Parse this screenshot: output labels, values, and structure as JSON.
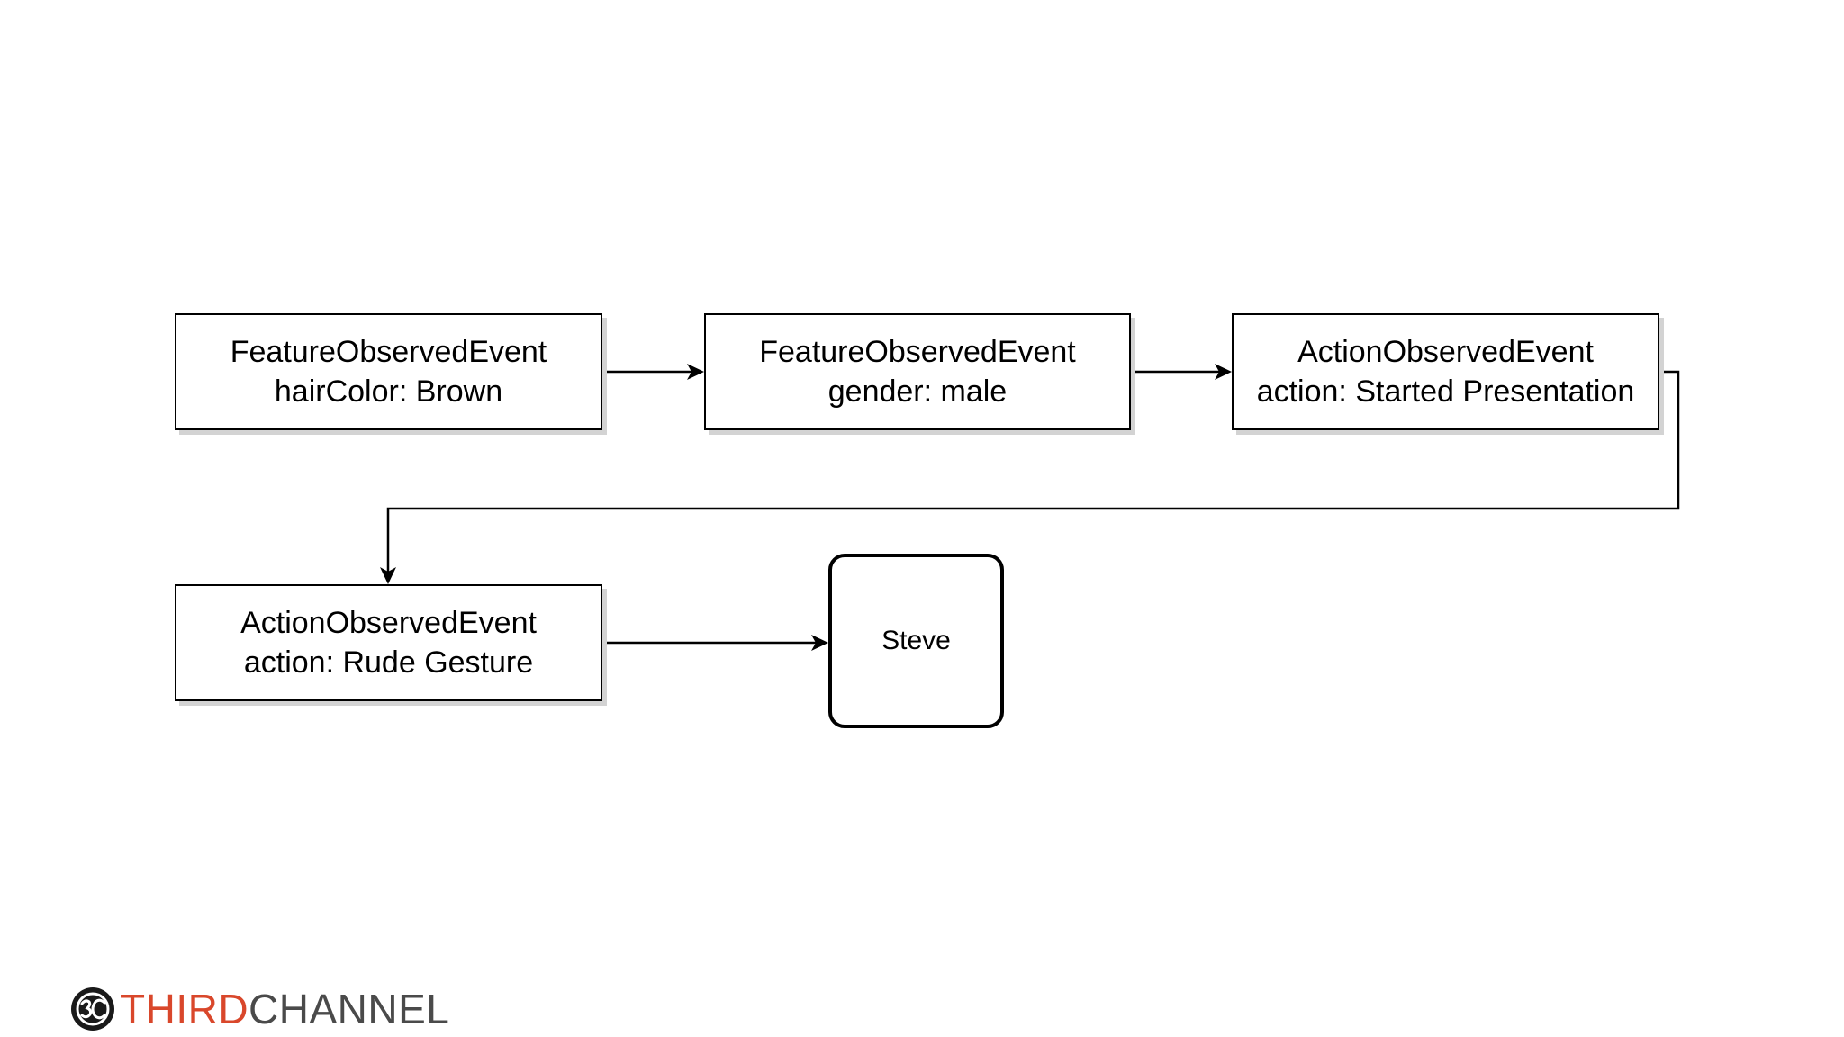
{
  "nodes": {
    "n1": {
      "type": "FeatureObservedEvent",
      "detail": "hairColor: Brown"
    },
    "n2": {
      "type": "FeatureObservedEvent",
      "detail": "gender: male"
    },
    "n3": {
      "type": "ActionObservedEvent",
      "detail": "action: Started Presentation"
    },
    "n4": {
      "type": "ActionObservedEvent",
      "detail": "action: Rude Gesture"
    },
    "n5": {
      "label": "Steve"
    }
  },
  "edges": [
    {
      "from": "n1",
      "to": "n2"
    },
    {
      "from": "n2",
      "to": "n3"
    },
    {
      "from": "n3",
      "to": "n4"
    },
    {
      "from": "n4",
      "to": "n5"
    }
  ],
  "logo": {
    "part1": "THIRD",
    "part2": "CHANNEL",
    "part1_color": "#d9472b",
    "part2_color": "#4a4a4a"
  }
}
